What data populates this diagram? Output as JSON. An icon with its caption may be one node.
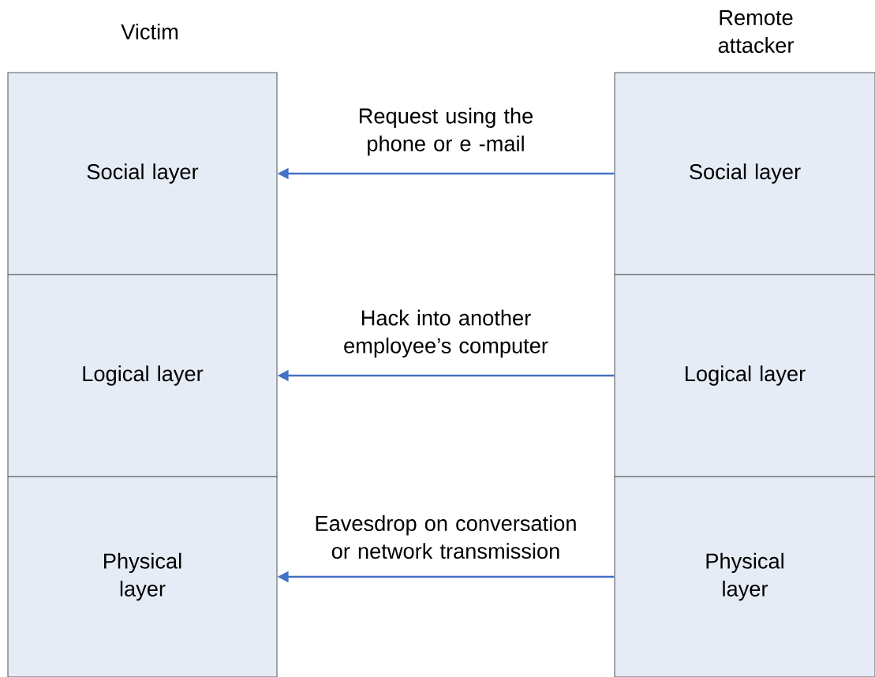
{
  "diagram": {
    "nodes": [
      {
        "text": [
          "Social layer"
        ]
      },
      {
        "text": [
          "Logical layer"
        ]
      },
      {
        "text": [
          "Physical layer"
        ]
      },
      {
        "text": [
          "Social layer"
        ]
      },
      {
        "text": [
          "Logical layer"
        ]
      },
      {
        "text": [
          "Physical layer"
        ]
      }
    ],
    "edges": [
      {
        "from": 3,
        "to": 0,
        "arrow": "to",
        "label": "Request using the phone or e -mail"
      },
      {
        "from": 4,
        "to": 1,
        "arrow": "to",
        "label": "Hack into another employee’s computer"
      },
      {
        "from": 5,
        "to": 2,
        "arrow": "to",
        "label": "Eavesdrop on conversation or network transmission"
      }
    ],
    "labels": [
      "Victim",
      "Remote attacker"
    ]
  }
}
